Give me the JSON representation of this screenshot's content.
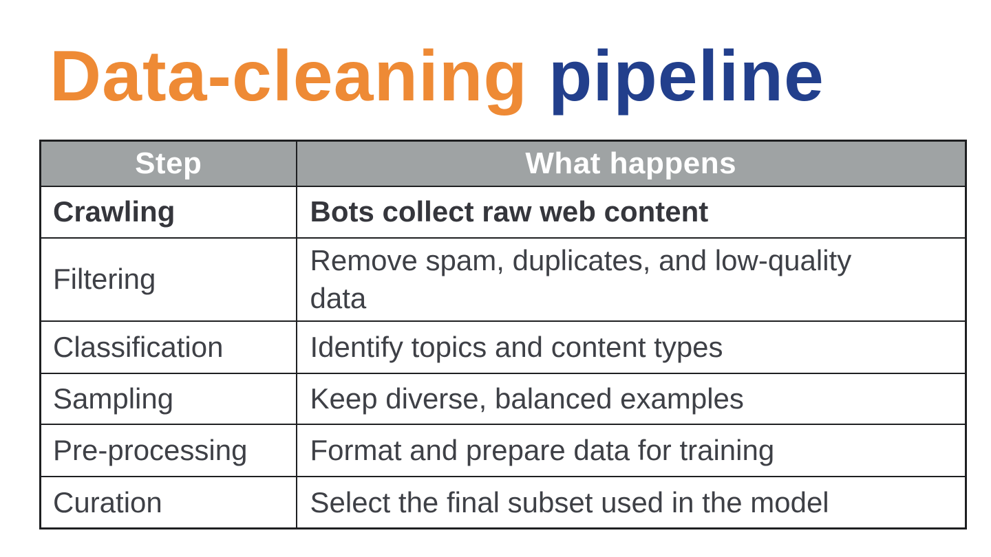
{
  "slide": {
    "title": {
      "highlight": "Data-cleaning",
      "rest": "pipeline"
    },
    "colors": {
      "background": "#FFFFFF",
      "title_highlight": "#EE8A35",
      "title_rest": "#223F8C",
      "header_background": "#9FA3A4",
      "header_text": "#FFFFFF",
      "body_text": "#3E4046",
      "emphasis_text": "#35363C",
      "table_border": "#1E1F21"
    },
    "table": {
      "columns": [
        "Step",
        "What happens"
      ],
      "rows": [
        {
          "step": "Crawling",
          "what_happens": "Bots collect raw web content",
          "emphasis": true
        },
        {
          "step": "Filtering",
          "what_happens": "Remove spam, duplicates, and low-quality data",
          "emphasis": false
        },
        {
          "step": "Classification",
          "what_happens": "Identify topics and content types",
          "emphasis": false
        },
        {
          "step": "Sampling",
          "what_happens": "Keep diverse, balanced examples",
          "emphasis": false
        },
        {
          "step": "Pre-processing",
          "what_happens": "Format and prepare data for training",
          "emphasis": false
        },
        {
          "step": "Curation",
          "what_happens": "Select the final subset used in the model",
          "emphasis": false
        }
      ]
    }
  }
}
